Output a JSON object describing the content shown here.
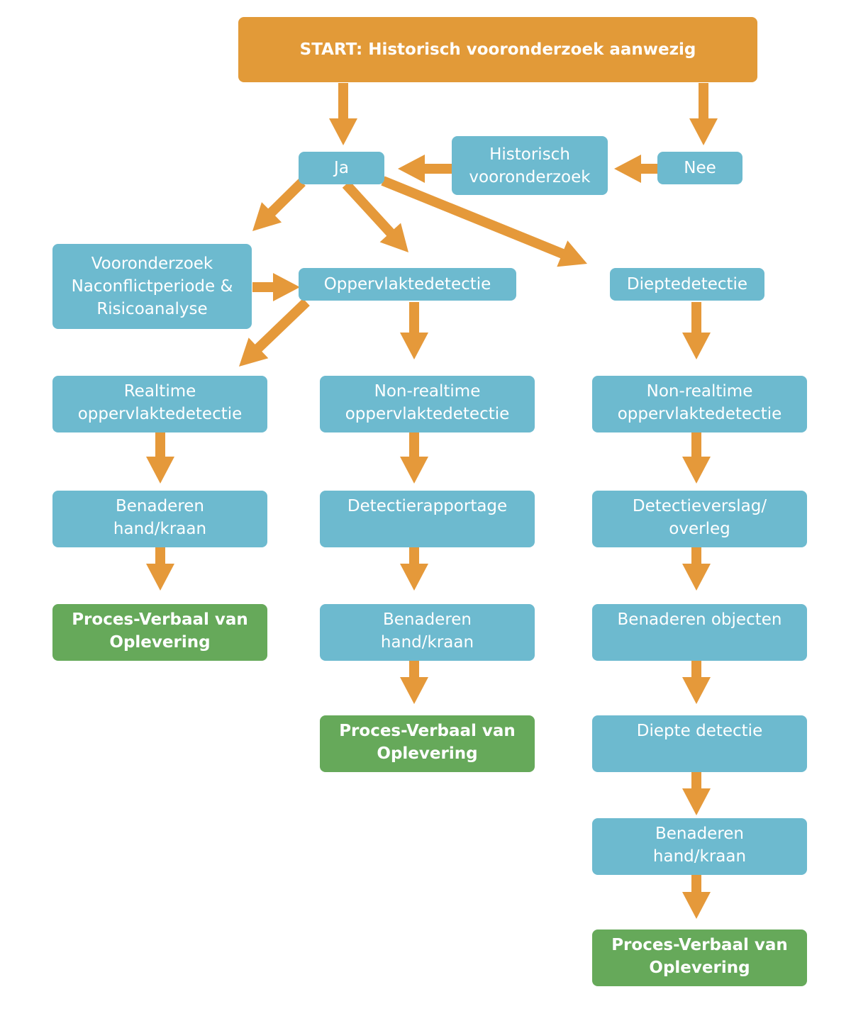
{
  "colors": {
    "start": "#e29a38",
    "step": "#6dbacf",
    "end": "#66a95a",
    "arrow": "#e5993a",
    "text": "#ffffff"
  },
  "nodes": {
    "start": "START: Historisch vooronderzoek aanwezig",
    "ja": "Ja",
    "nee": "Nee",
    "historisch": "Historisch\nvooronderzoek",
    "vooronderzoek": "Vooronderzoek\nNaconflictperiode &\nRisicoanalyse",
    "oppervlakte": "Oppervlaktedetectie",
    "diepte": "Dieptedetectie",
    "col1": {
      "step1": "Realtime\noppervlaktedetectie",
      "step2": "Benaderen\nhand/kraan",
      "end": "Proces-Verbaal van\nOplevering"
    },
    "col2": {
      "step1": "Non-realtime\noppervlaktedetectie",
      "step2": "Detectierapportage",
      "step3": "Benaderen\nhand/kraan",
      "end": "Proces-Verbaal van\nOplevering"
    },
    "col3": {
      "step1": "Non-realtime\noppervlaktedetectie",
      "step2": "Detectieverslag/\noverleg",
      "step3": "Benaderen objecten",
      "step4": "Diepte detectie",
      "step5": "Benaderen\nhand/kraan",
      "end": "Proces-Verbaal van\nOplevering"
    }
  }
}
